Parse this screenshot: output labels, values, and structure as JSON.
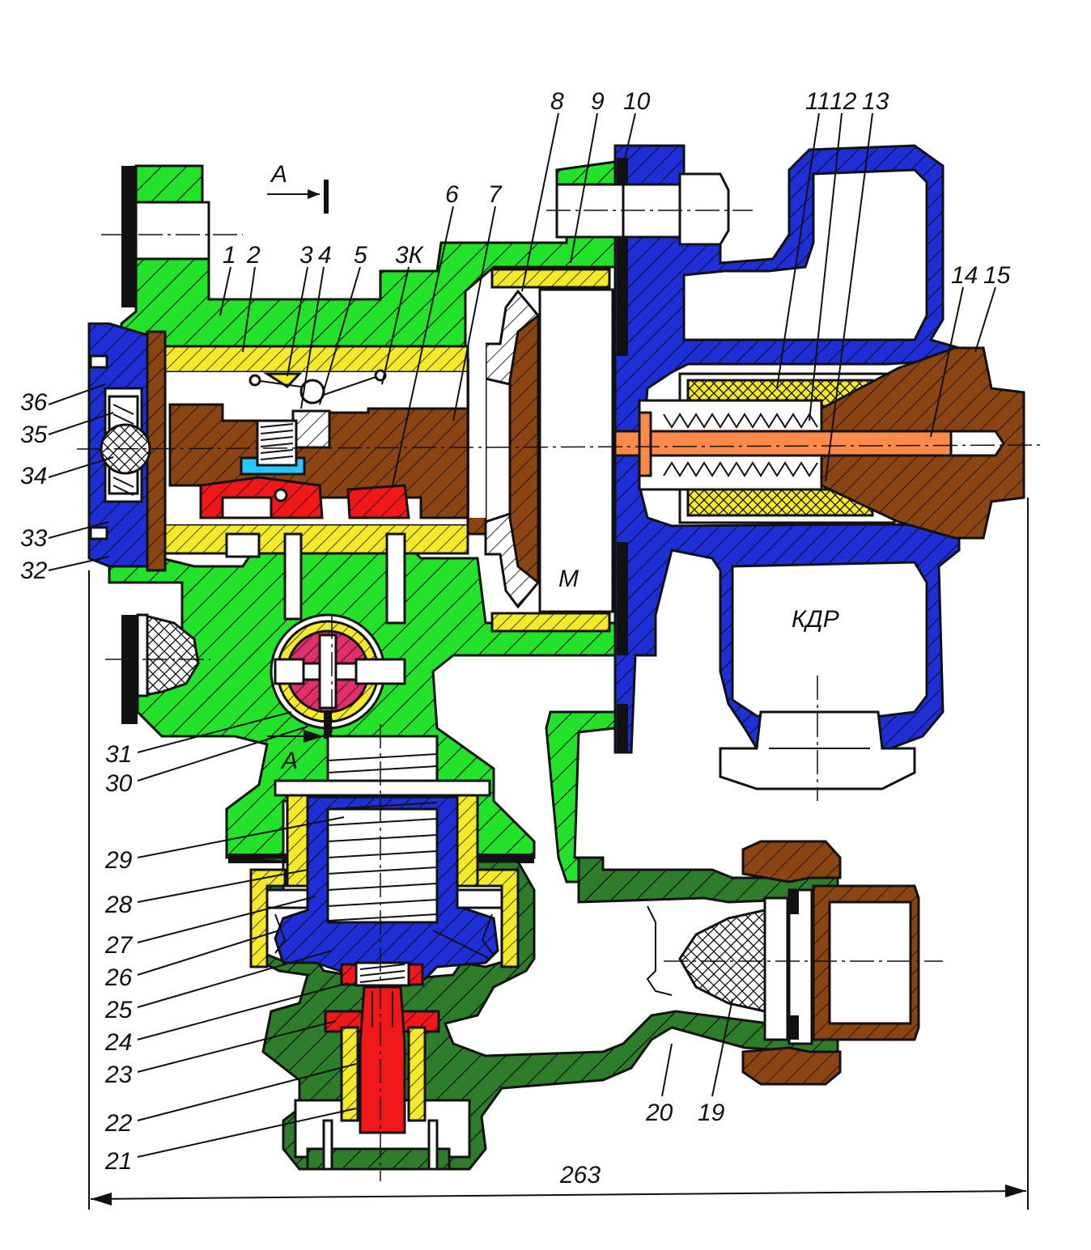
{
  "diagram": {
    "callouts": [
      "1",
      "2",
      "3",
      "4",
      "5",
      "3К",
      "6",
      "7",
      "8",
      "9",
      "10",
      "11",
      "12",
      "13",
      "14",
      "15",
      "36",
      "35",
      "34",
      "33",
      "32",
      "31",
      "30",
      "29",
      "28",
      "27",
      "26",
      "25",
      "24",
      "23",
      "22",
      "21",
      "20",
      "19"
    ],
    "zone_labels": {
      "section_mark": "А",
      "lower_mark": "А",
      "chamber_m": "М",
      "chamber_kdr": "КДР"
    },
    "dimension": "263",
    "colors": {
      "body_green": "#22e32a",
      "valve_dark_green": "#2e7d2b",
      "blue_housing": "#1f2fd6",
      "yellow": "#f5ea2a",
      "brown": "#8b4513",
      "red": "#f01818",
      "magenta": "#e0306a",
      "orange": "#ff8a4a",
      "cyan": "#28c8ff"
    }
  }
}
